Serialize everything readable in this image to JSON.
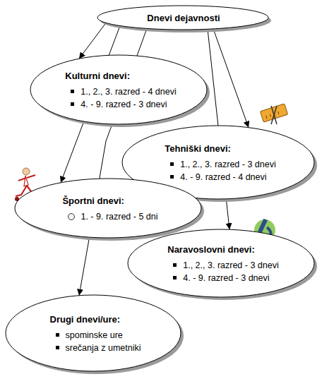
{
  "diagram": {
    "nodes": [
      {
        "text": [
          "Dnevi dejavnosti"
        ]
      },
      {
        "text": [
          "Kulturni dnevi:",
          "1., 2., 3. razred - 4 dnevi",
          "4. - 9. razred - 3 dnevi"
        ]
      },
      {
        "text": [
          "Tehniški dnevi:",
          "1., 2., 3. razred - 3 dnevi",
          "4. - 9. razred - 4 dnevi"
        ]
      },
      {
        "text": [
          "Športni dnevi:",
          "1. - 9. razred - 5 dni"
        ]
      },
      {
        "text": [
          "Naravoslovni dnevi:",
          "1., 2., 3. razred - 3 dnevi",
          "4. - 9. razred - 3 dnevi"
        ]
      },
      {
        "text": [
          "Drugi dnevi/ure:",
          "spominske ure",
          "srečanja z umetniki"
        ]
      }
    ],
    "edges": [
      {
        "from": 0,
        "to": 1,
        "arrow": "to"
      },
      {
        "from": 0,
        "to": 2,
        "arrow": "to"
      },
      {
        "from": 0,
        "to": 3,
        "arrow": "to"
      },
      {
        "from": 0,
        "to": 4,
        "arrow": "to"
      },
      {
        "from": 0,
        "to": 5,
        "arrow": "to"
      }
    ]
  }
}
